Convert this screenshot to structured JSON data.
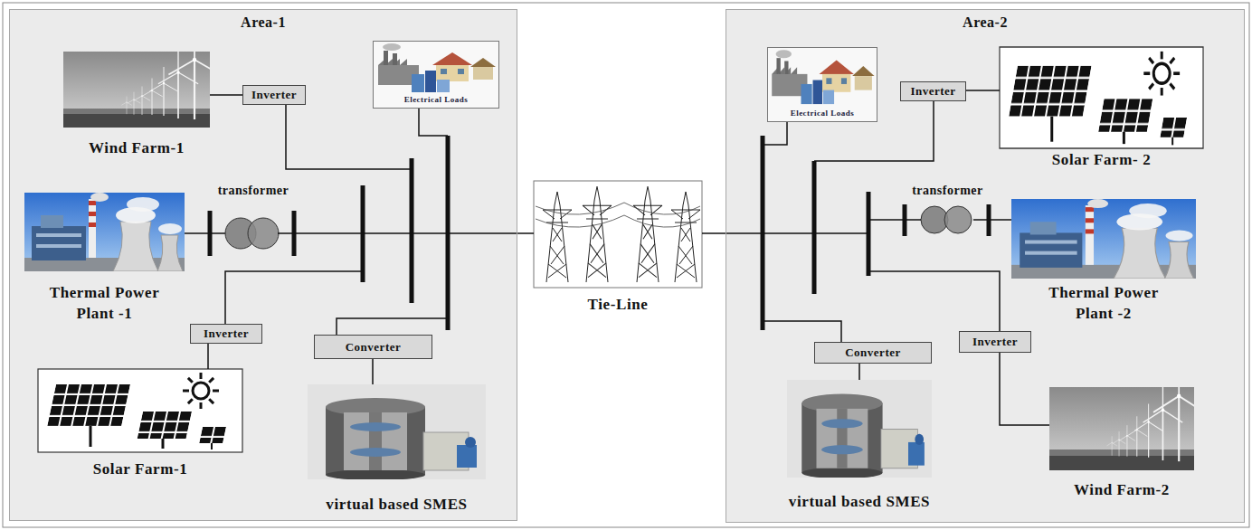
{
  "diagram": {
    "nodes": [
      {
        "text": [
          "Area-1"
        ]
      },
      {
        "text": [
          "Wind Farm-1"
        ],
        "in": 0
      },
      {
        "text": [
          "Inverter"
        ],
        "in": 0
      },
      {
        "text": [
          "Electrical Loads"
        ],
        "in": 0
      },
      {
        "text": [
          "transformer"
        ],
        "in": 0
      },
      {
        "text": [
          "Thermal Power Plant -1"
        ],
        "in": 0
      },
      {
        "text": [
          "Inverter"
        ],
        "in": 0
      },
      {
        "text": [
          "Converter"
        ],
        "in": 0
      },
      {
        "text": [
          "Solar Farm-1"
        ],
        "in": 0
      },
      {
        "text": [
          "virtual based SMES"
        ],
        "in": 0
      },
      {
        "text": [
          "Tie-Line"
        ]
      },
      {
        "text": [
          "Area-2"
        ]
      },
      {
        "text": [
          "Electrical Loads"
        ],
        "in": 11
      },
      {
        "text": [
          "Inverter"
        ],
        "in": 11
      },
      {
        "text": [
          "Solar Farm- 2"
        ],
        "in": 11
      },
      {
        "text": [
          "transformer"
        ],
        "in": 11
      },
      {
        "text": [
          "Thermal Power Plant -2"
        ],
        "in": 11
      },
      {
        "text": [
          "Inverter"
        ],
        "in": 11
      },
      {
        "text": [
          "Converter"
        ],
        "in": 11
      },
      {
        "text": [
          "virtual based SMES"
        ],
        "in": 11
      },
      {
        "text": [
          "Wind Farm-2"
        ],
        "in": 11
      }
    ],
    "edges": [
      {
        "from": 1,
        "to": 2,
        "arrow": "none"
      },
      {
        "from": 5,
        "to": 4,
        "arrow": "none"
      },
      {
        "from": 8,
        "to": 6,
        "arrow": "none"
      },
      {
        "from": 9,
        "to": 7,
        "arrow": "none"
      },
      {
        "from": 14,
        "to": 13,
        "arrow": "none"
      },
      {
        "from": 16,
        "to": 15,
        "arrow": "none"
      },
      {
        "from": 20,
        "to": 17,
        "arrow": "none"
      },
      {
        "from": 19,
        "to": 18,
        "arrow": "none"
      }
    ]
  }
}
